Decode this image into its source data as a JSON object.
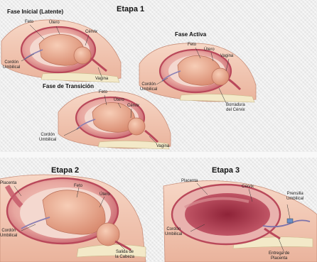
{
  "stage1": {
    "title": "Etapa 1",
    "latent": {
      "title": "Fase Inicial (Latente)",
      "fetus": "Feto",
      "uterus": "Útero",
      "cervix": "Cérvix",
      "cord": "Cordón\nUmbilical",
      "vagina": "Vagina"
    },
    "active": {
      "title": "Fase Activa",
      "fetus": "Feto",
      "uterus": "Útero",
      "vagina": "Vagina",
      "cord": "Cordón\nUmbilical",
      "effacement": "Borradura\ndel Cérvix"
    },
    "transition": {
      "title": "Fase de Transición",
      "fetus": "Feto",
      "uterus": "Útero",
      "cervix": "Cérvix",
      "cord": "Cordón\nUmbilical",
      "vagina": "Vagina"
    }
  },
  "stage2": {
    "title": "Etapa 2",
    "placenta": "Placenta",
    "fetus": "Feto",
    "uterus": "Útero",
    "cord": "Cordón\nUmbilical",
    "head_exit": "Salida de\nla Cabeza"
  },
  "stage3": {
    "title": "Etapa 3",
    "placenta": "Placenta",
    "cervix": "Cérvix",
    "clamp": "Prensilla\nUmbilical",
    "cord": "Cordón\nUmbilical",
    "placenta_delivery": "Entrega de\nPlacenta"
  },
  "colors": {
    "skin": "#f2c9b4",
    "uterus_wall": "#d98d8f",
    "uterus_inner": "#b9485a",
    "fetus": "#e7a78e",
    "fluid": "#f4d8cf",
    "pelvis": "#f3e9c8"
  }
}
